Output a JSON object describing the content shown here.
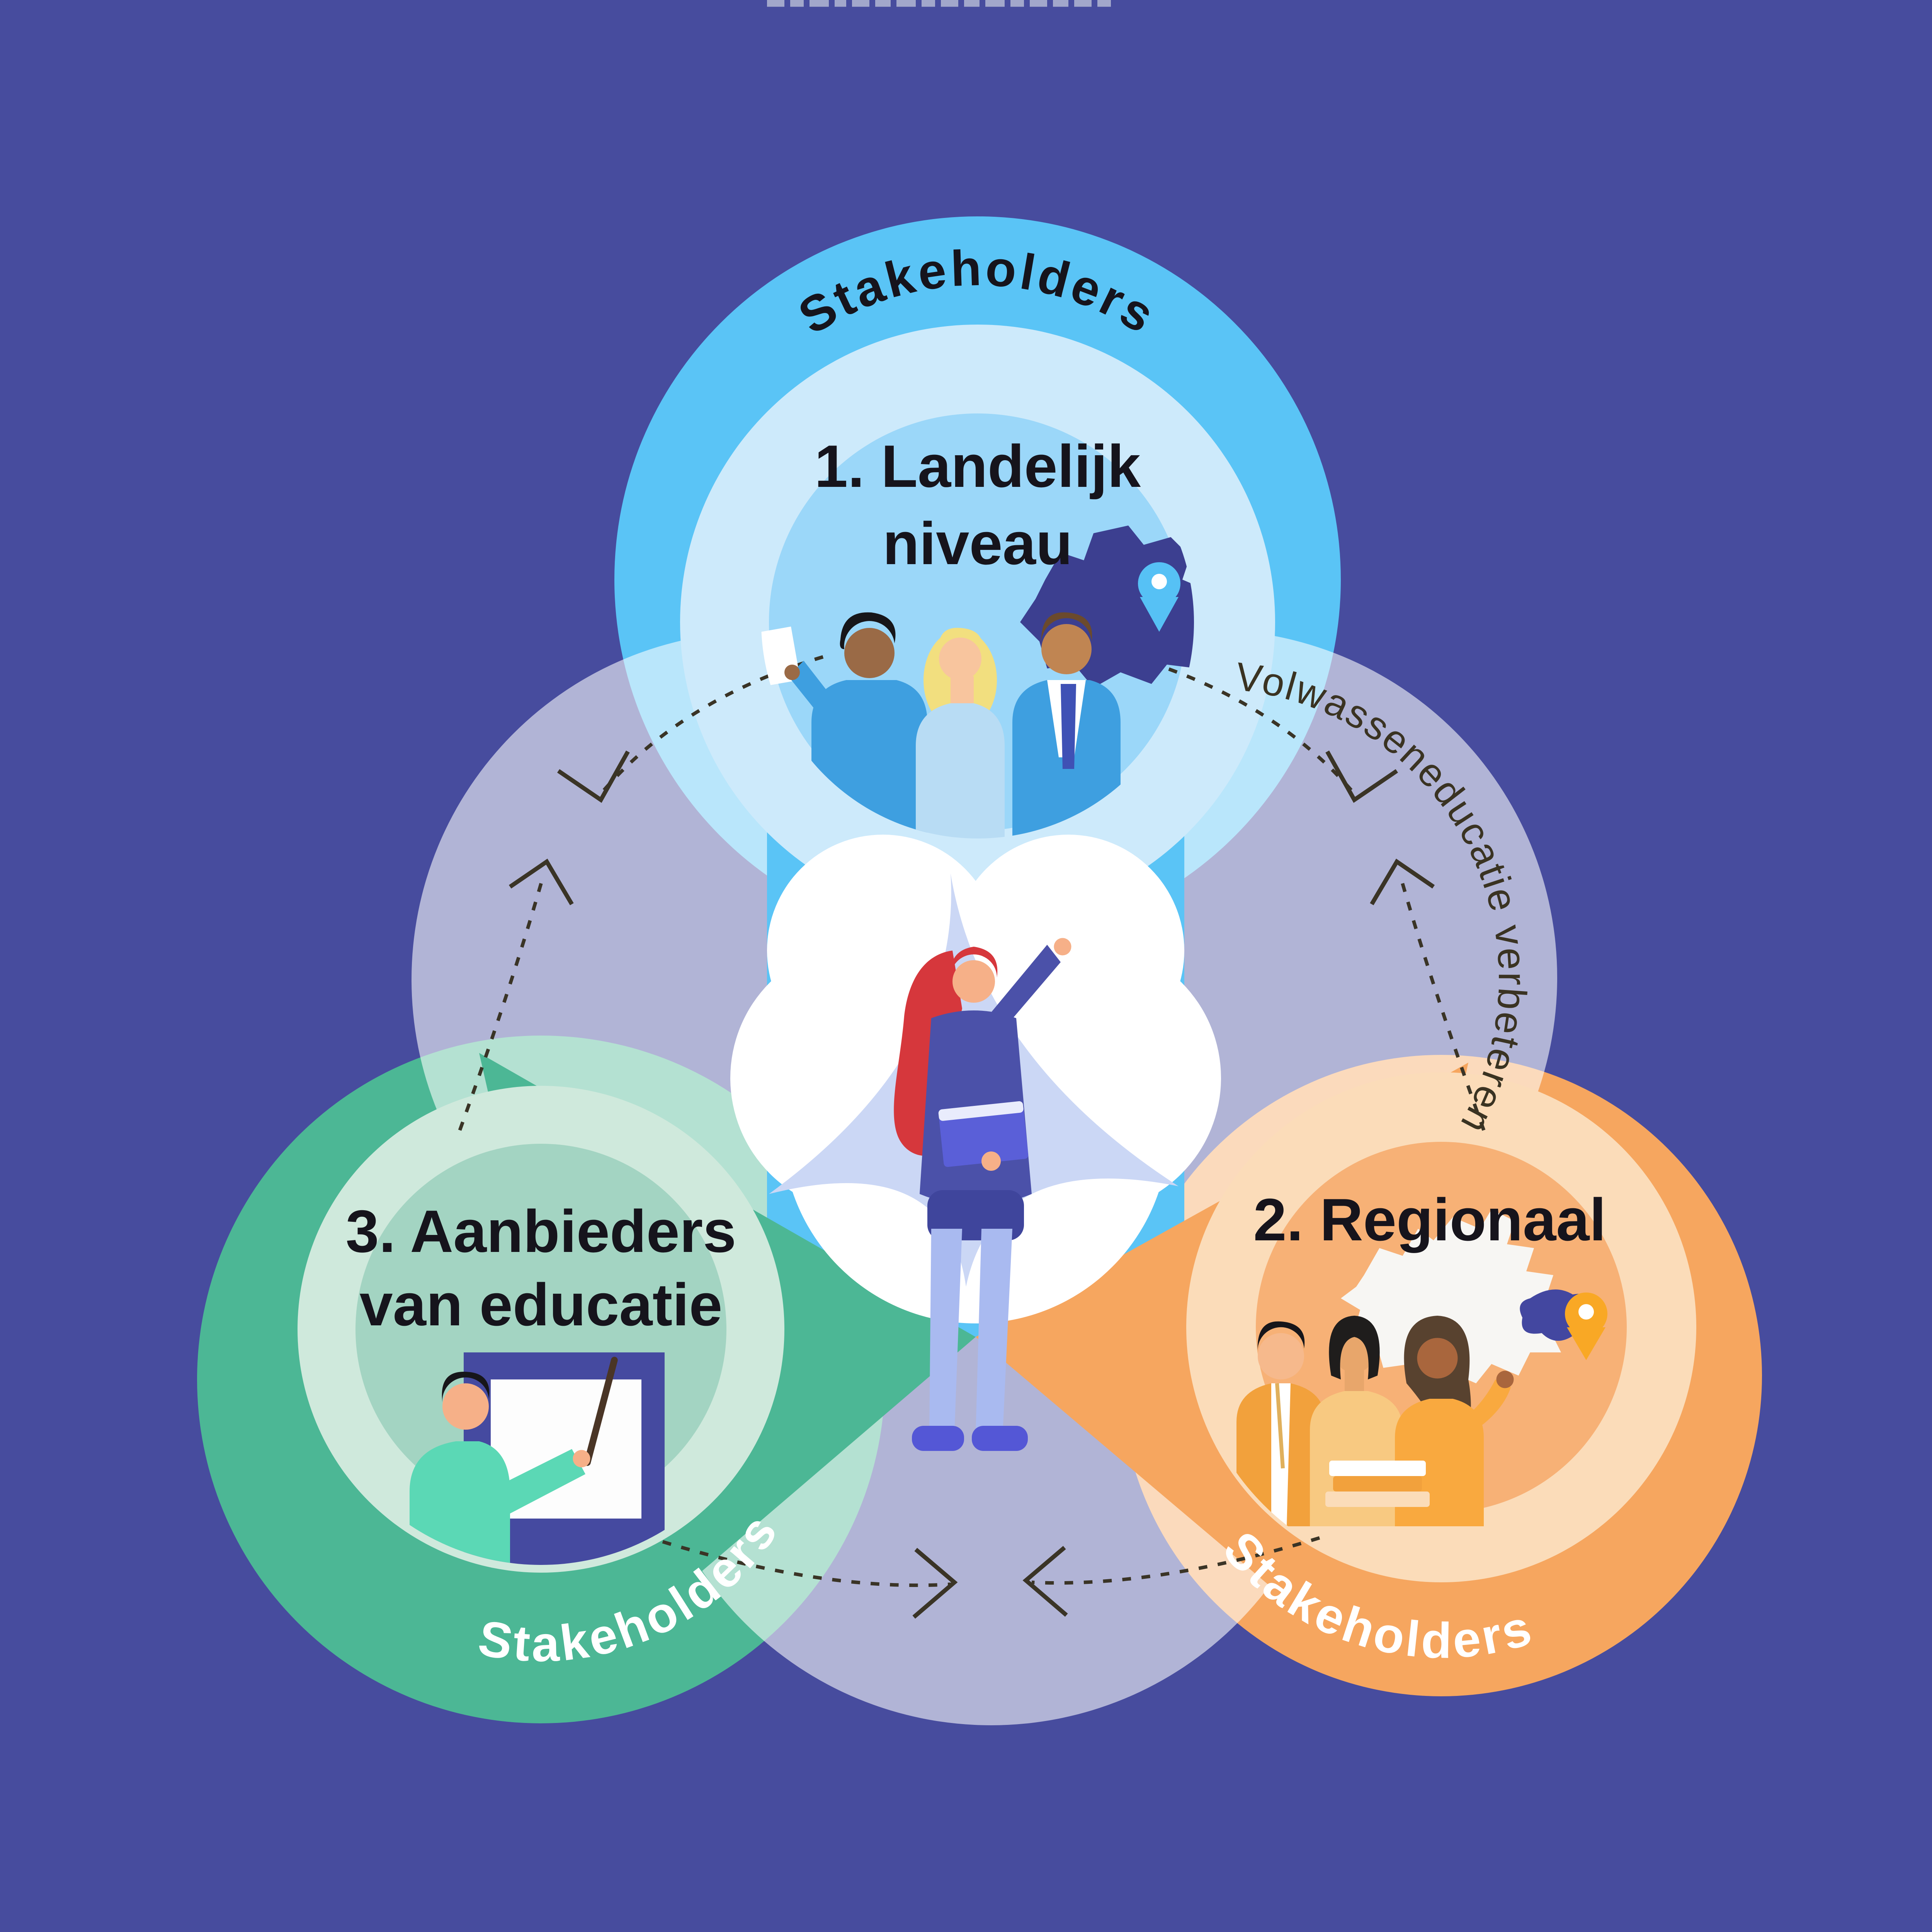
{
  "palette": {
    "background": "#474c9e",
    "overlay": "rgba(255,255,255,0.58)",
    "arrow": "#3a3426",
    "title_text": "#16141c",
    "cycle_text": "#3a3322",
    "cloud": "#ffffff",
    "star": "#cbd7f5"
  },
  "cropped_heading": {
    "note": "heading cropped at top edge, only letter bottoms visible"
  },
  "cycle": {
    "label": "Volwasseneducatie verbeteren"
  },
  "nodes": [
    {
      "id": "landelijk-niveau",
      "title_line1": "1. Landelijk",
      "title_line2": "niveau",
      "ring_label": "Stakeholders",
      "ring_label_color": "#16141c",
      "colors": {
        "outer": "#5ac4f6",
        "ring": "#cdeafb",
        "inner": "#9bd7f9"
      },
      "illustration": "three-policy-makers-with-netherlands-map",
      "icons": [
        "netherlands-map-icon",
        "location-pin-icon",
        "paper-icon"
      ]
    },
    {
      "id": "regionaal",
      "title_line1": "2. Regionaal",
      "title_line2": "",
      "ring_label": "Stakeholders",
      "ring_label_color": "#ffffff",
      "colors": {
        "outer": "#f6a65f",
        "ring": "#fbdcb9",
        "inner": "#f7b176"
      },
      "illustration": "three-regional-stakeholders-with-region-map-and-books",
      "icons": [
        "region-map-icon",
        "location-pin-icon",
        "books-stack-icon"
      ]
    },
    {
      "id": "aanbieders-van-educatie",
      "title_line1": "3. Aanbieders",
      "title_line2": "van educatie",
      "ring_label": "Stakeholders",
      "ring_label_color": "#ffffff",
      "colors": {
        "outer": "#4cb795",
        "ring": "#cfe9dc",
        "inner": "#a3d4c2"
      },
      "illustration": "teacher-pointing-at-whiteboard-with-book",
      "icons": [
        "whiteboard-icon",
        "pointer-stick-icon",
        "open-book-icon"
      ]
    }
  ],
  "center": {
    "illustration": "woman-with-red-hair-holding-book",
    "icons": [
      "cloud-shape",
      "star-shape",
      "book-icon"
    ]
  }
}
